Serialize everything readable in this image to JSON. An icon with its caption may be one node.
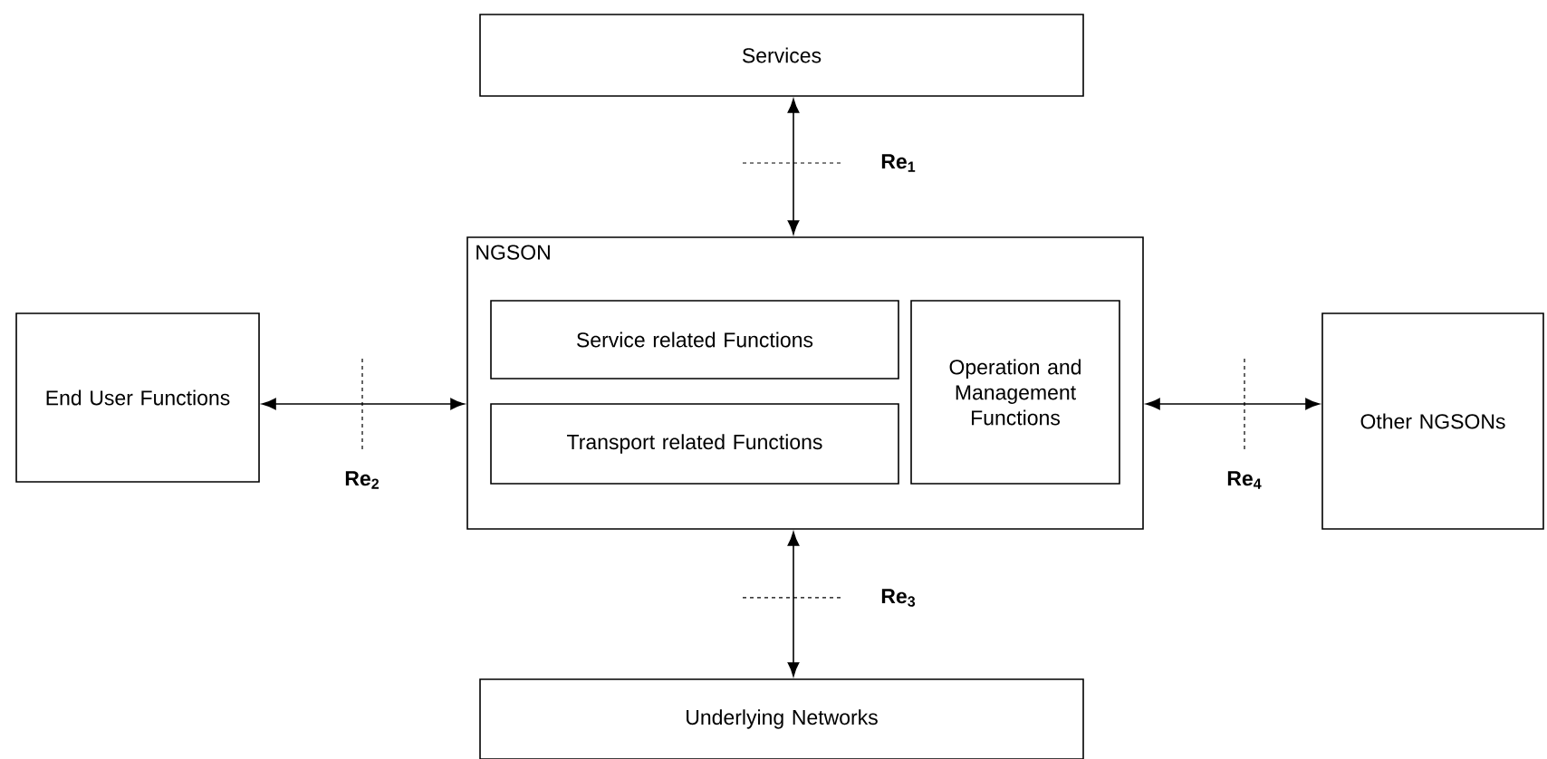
{
  "diagram": {
    "nodes": [
      {
        "text": [
          "Services"
        ]
      },
      {
        "text": [
          "NGSON"
        ]
      },
      {
        "text": [
          "Service related Functions"
        ],
        "in": 1
      },
      {
        "text": [
          "Transport related Functions"
        ],
        "in": 1
      },
      {
        "text": [
          "Operation and Management Functions"
        ],
        "in": 1
      },
      {
        "text": [
          "End User Functions"
        ]
      },
      {
        "text": [
          "Other NGSONs"
        ]
      },
      {
        "text": [
          "Underlying Networks"
        ]
      }
    ],
    "edges": [
      {
        "from": 0,
        "to": 1,
        "arrow": "both",
        "label": "**Re$_{1}$**"
      },
      {
        "from": 5,
        "to": 1,
        "arrow": "both",
        "label": "**Re$_{2}$**"
      },
      {
        "from": 1,
        "to": 7,
        "arrow": "both",
        "label": "**Re$_{3}$**"
      },
      {
        "from": 1,
        "to": 6,
        "arrow": "both",
        "label": "**Re$_{4}$**"
      }
    ]
  }
}
